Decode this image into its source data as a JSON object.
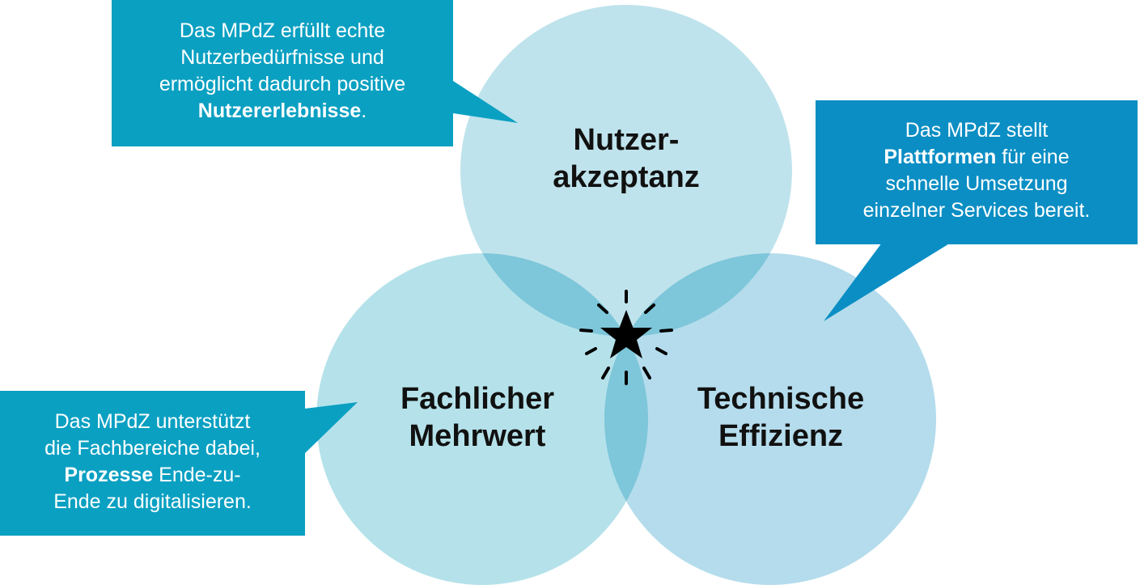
{
  "colors": {
    "circle_top": "#bfe3ec",
    "circle_left": "#b5e2ea",
    "circle_right": "#b4dcec",
    "overlap": "#7ec6da",
    "callout_teal": "#0aa0c2",
    "callout_blue": "#0a8ec4",
    "star": "#000000"
  },
  "circles": {
    "top": {
      "line1": "Nutzer-",
      "line2": "akzeptanz"
    },
    "left": {
      "line1": "Fachlicher",
      "line2": "Mehrwert"
    },
    "right": {
      "line1": "Technische",
      "line2": "Effizienz"
    }
  },
  "callouts": {
    "top_left": {
      "line1": "Das MPdZ erfüllt echte",
      "line2": "Nutzerbedürfnisse und",
      "line3": "ermöglicht dadurch positive",
      "bold": "Nutzererlebnisse",
      "suffix": "."
    },
    "top_right": {
      "line1": "Das MPdZ stellt",
      "bold": "Plattformen",
      "line2_rest": " für eine",
      "line3": "schnelle Umsetzung",
      "line4": "einzelner Services bereit."
    },
    "bottom_left": {
      "line1": "Das MPdZ unterstützt",
      "line2": "die Fachbereiche dabei,",
      "bold": "Prozesse",
      "line3_rest": " Ende-zu-",
      "line4": "Ende zu digitalisieren."
    }
  },
  "center_icon": "star-burst-icon"
}
